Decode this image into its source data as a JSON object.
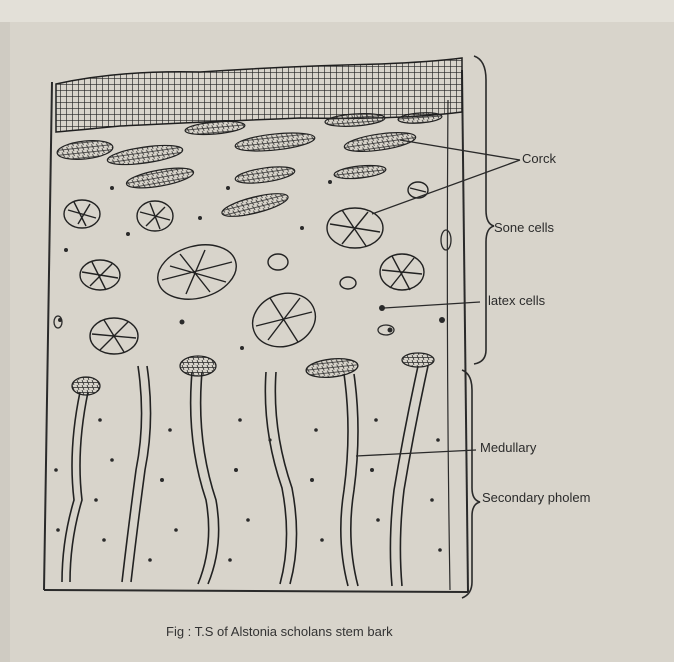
{
  "labels": {
    "cork": "Corck",
    "stone_cells": "Sone cells",
    "latex_cells": "latex cells",
    "medullary": "Medullary",
    "secondary_phloem": "Secondary pholem"
  },
  "caption": "Fig : T.S of Alstonia scholans stem bark",
  "colors": {
    "background": "#cfcbc2",
    "paper": "#d6d2c9",
    "ink": "#2b2b2b"
  }
}
